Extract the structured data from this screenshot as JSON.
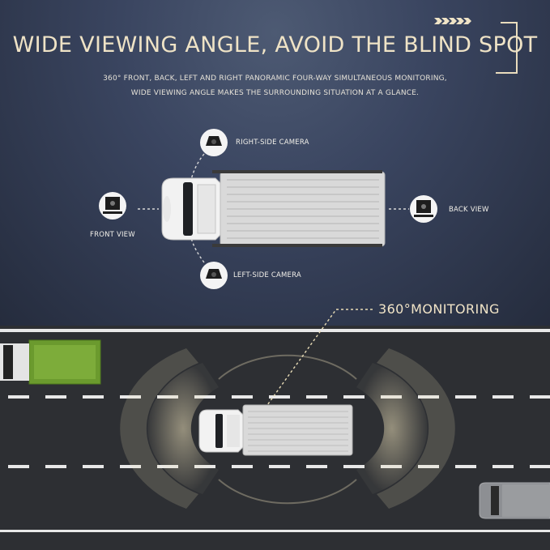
{
  "header": {
    "title": "WIDE VIEWING ANGLE, AVOID THE BLIND SPOT",
    "subtitle_line1": "360° FRONT, BACK, LEFT AND RIGHT PANORAMIC FOUR-WAY SIMULTANEOUS MONITORING,",
    "subtitle_line2": "WIDE VIEWING ANGLE MAKES THE SURROUNDING SITUATION AT A GLANCE."
  },
  "camera_diagram": {
    "right_side_label": "RIGHT-SIDE CAMERA",
    "left_side_label": "LEFT-SIDE CAMERA",
    "front_label": "FRONT VIEW",
    "back_label": "BACK VIEW"
  },
  "road_scene": {
    "monitoring_label": "360°MONITORING"
  },
  "colors": {
    "accent_gold": "#efe3c6",
    "truck_green": "#6b9a2e",
    "road": "#2d2f33"
  },
  "icons": [
    "chevron-arrows-icon",
    "side-camera-icon",
    "backup-camera-icon",
    "truck-icon",
    "car-icon"
  ]
}
